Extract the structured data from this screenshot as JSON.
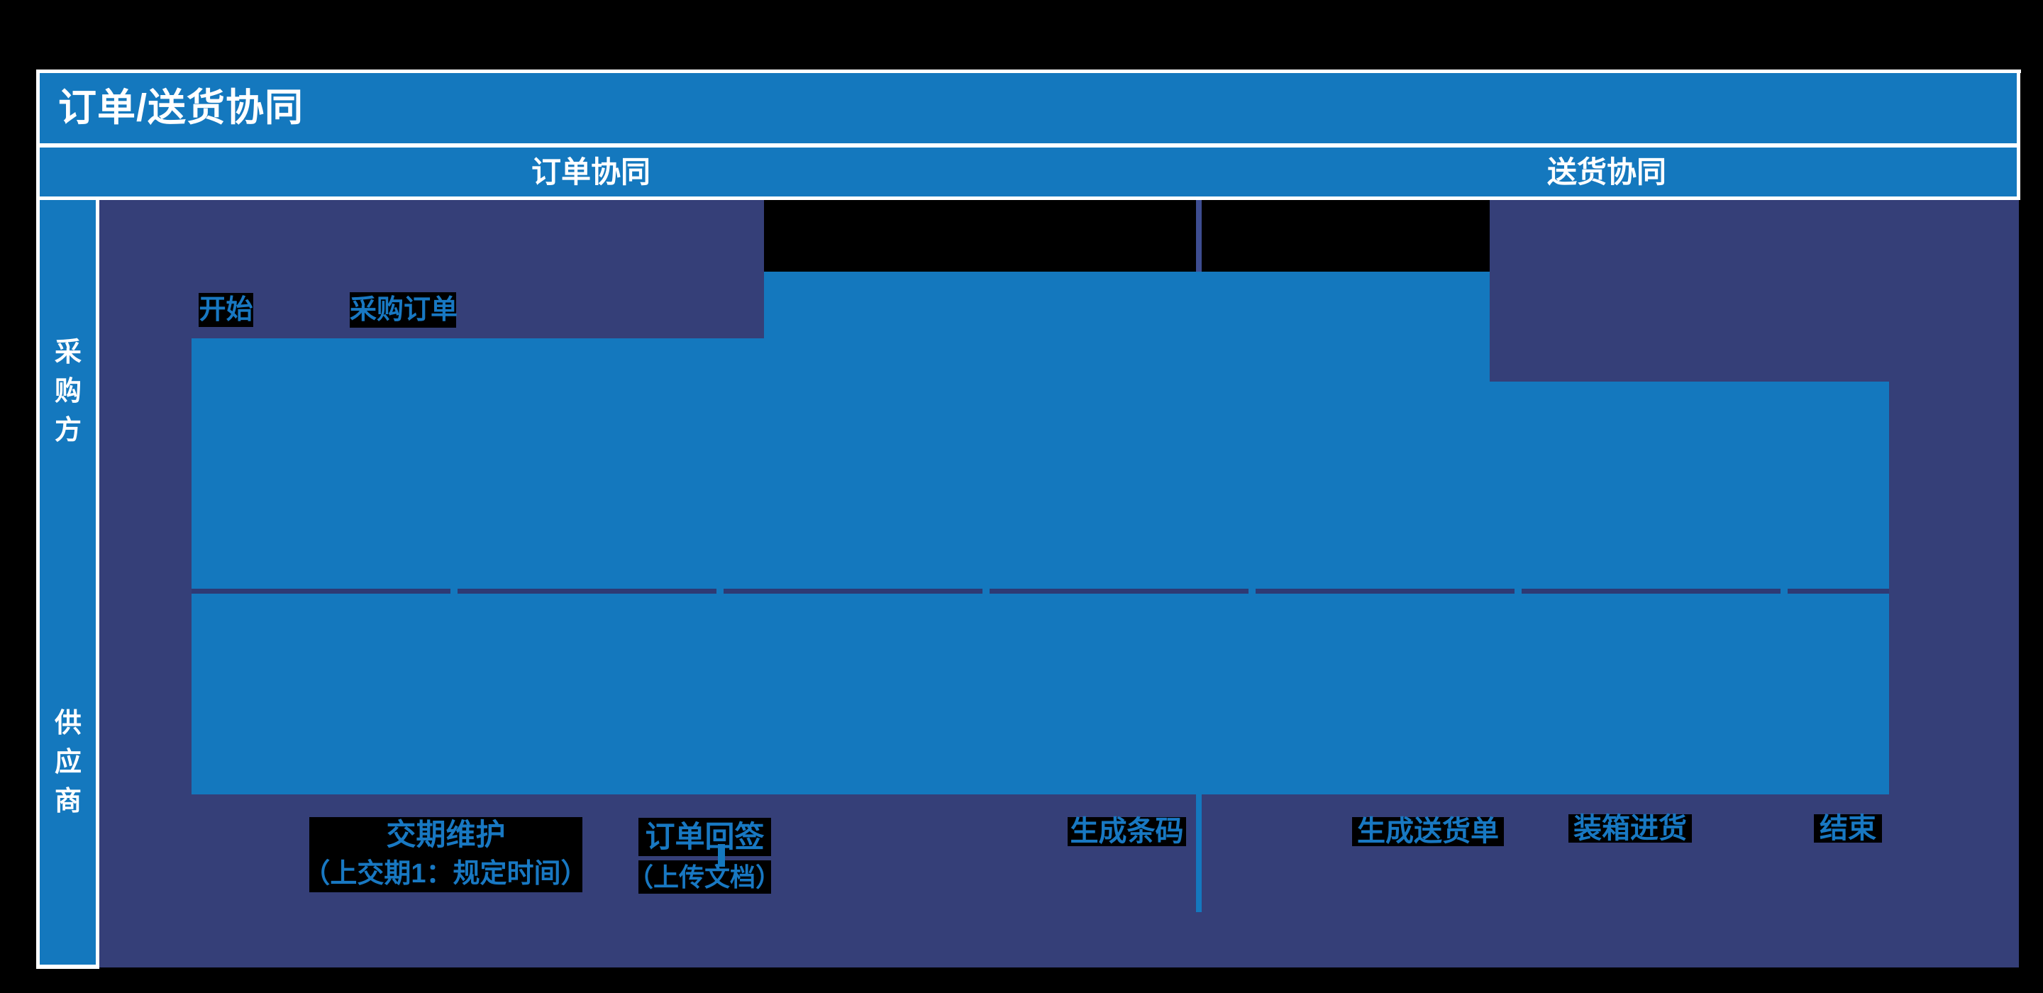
{
  "title": "订单/送货协同",
  "columns": [
    {
      "label": "订单协同"
    },
    {
      "label": "送货协同"
    }
  ],
  "lanes": [
    {
      "label": "采购方"
    },
    {
      "label": "供应商"
    }
  ],
  "nodes": {
    "start": "开始",
    "purchase_order": "采购订单",
    "delivery_date_maintenance": "交期维护",
    "delivery_date_note": "（上交期1：规定时间）",
    "order_countersign": "订单回签",
    "order_countersign_note": "（上传文档）",
    "generate_barcode": "生成条码",
    "generate_delivery_note": "生成送货单",
    "packing_inbound": "装箱进货",
    "end": "结束"
  },
  "colors": {
    "accent_blue": "#1478BE",
    "navy_background": "#353F78",
    "node_text_blue": "#1878C2",
    "panel_black": "#000000",
    "frame_white": "#FFFFFF"
  }
}
